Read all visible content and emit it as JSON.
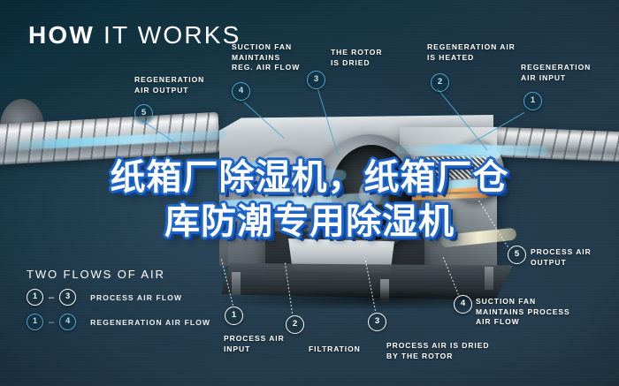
{
  "header": {
    "title_light": "HOW",
    "title_rest": " IT WORKS"
  },
  "headline": {
    "line1": "纸箱厂除湿机，纸箱厂仓",
    "line2": "库防潮专用除湿机"
  },
  "legend": {
    "title": "TWO FLOWS OF AIR",
    "rows": [
      {
        "from": "1",
        "dash": "–",
        "to": "3",
        "label": "PROCESS AIR FLOW",
        "style": "white"
      },
      {
        "from": "1",
        "dash": "–",
        "to": "4",
        "label": "REGENERATION AIR FLOW",
        "style": "blue"
      }
    ]
  },
  "callouts": [
    {
      "num": "5",
      "label": "REGENERATION\nAIR OUTPUT",
      "style": "blue",
      "position": "top-left"
    },
    {
      "num": "4",
      "label": "SUCTION FAN\nMAINTAINS\nREG. AIR FLOW",
      "style": "blue",
      "position": "top"
    },
    {
      "num": "3",
      "label": "THE ROTOR\nIS DRIED",
      "style": "blue",
      "position": "top"
    },
    {
      "num": "2",
      "label": "REGENERATION AIR\nIS HEATED",
      "style": "blue",
      "position": "top"
    },
    {
      "num": "1",
      "label": "REGENERATION\nAIR INPUT",
      "style": "blue",
      "position": "top-right"
    },
    {
      "num": "5",
      "label": "PROCESS AIR\nOUTPUT",
      "style": "white",
      "position": "right"
    },
    {
      "num": "1",
      "label": "PROCESS AIR\nINPUT",
      "style": "white",
      "position": "bottom"
    },
    {
      "num": "2",
      "label": "FILTRATION",
      "style": "white",
      "position": "bottom"
    },
    {
      "num": "3",
      "label": "PROCESS AIR IS DRIED\nBY THE ROTOR",
      "style": "white",
      "position": "bottom"
    },
    {
      "num": "4",
      "label": "SUCTION FAN\nMAINTAINS PROCESS\nAIR FLOW",
      "style": "white",
      "position": "bottom-right"
    }
  ],
  "colors": {
    "background_dark": "#0c2f3d",
    "background_navy": "#223a4a",
    "accent_blue": "#49a9d6",
    "headline_outline": "#1b63c8",
    "text_white": "#ffffff",
    "heater_orange": "#ff9a2e"
  },
  "icons": {
    "rotor": "rotor-disc",
    "fan": "fan-wheel",
    "duct": "spiral-duct",
    "filter": "filter-grille",
    "heater": "heater-coil"
  }
}
